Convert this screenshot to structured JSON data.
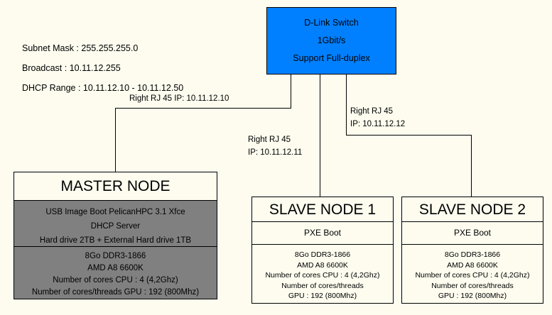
{
  "network_settings": {
    "subnet_mask": "Subnet Mask : 255.255.255.0",
    "broadcast": "Broadcast : 10.11.12.255",
    "dhcp_range": "DHCP Range : 10.11.12.10 - 10.11.12.50"
  },
  "switch": {
    "name": "D-Link Switch",
    "speed": "1Gbit/s",
    "duplex": "Support Full-duplex",
    "color": "#0080ff"
  },
  "links": [
    {
      "id": "master-link",
      "port": "Right RJ 45",
      "ip": "IP: 10.11.12.10",
      "combined": "Right RJ 45  IP: 10.11.12.10"
    },
    {
      "id": "slave1-link",
      "port": "Right RJ 45",
      "ip": "IP: 10.11.12.11"
    },
    {
      "id": "slave2-link",
      "port": "Right RJ 45",
      "ip": "IP: 10.11.12.12"
    }
  ],
  "master_node": {
    "title": "MASTER NODE",
    "boot_lines": [
      "USB Image Boot PelicanHPC 3.1 Xfce",
      "DHCP Server",
      "Hard drive 2TB + External Hard drive 1TB"
    ],
    "spec_lines": [
      "8Go DDR3-1866",
      "AMD A8 6600K",
      "Number of cores CPU : 4 (4,2Ghz)",
      "Number of cores/threads GPU : 192 (800Mhz)"
    ],
    "body_color": "#808080"
  },
  "slave_nodes": [
    {
      "title": "SLAVE NODE 1",
      "boot": "PXE Boot",
      "spec_lines": [
        "8Go DDR3-1866",
        "AMD A8 6600K",
        "Number of cores CPU : 4 (4,2Ghz)",
        "Number of cores/threads",
        "GPU : 192 (800Mhz)"
      ]
    },
    {
      "title": "SLAVE NODE 2",
      "boot": "PXE Boot",
      "spec_lines": [
        "8Go DDR3-1866",
        "AMD A8 6600K",
        "Number of cores CPU : 4 (4,2Ghz)",
        "Number of cores/threads",
        "GPU : 192 (800Mhz)"
      ]
    }
  ]
}
